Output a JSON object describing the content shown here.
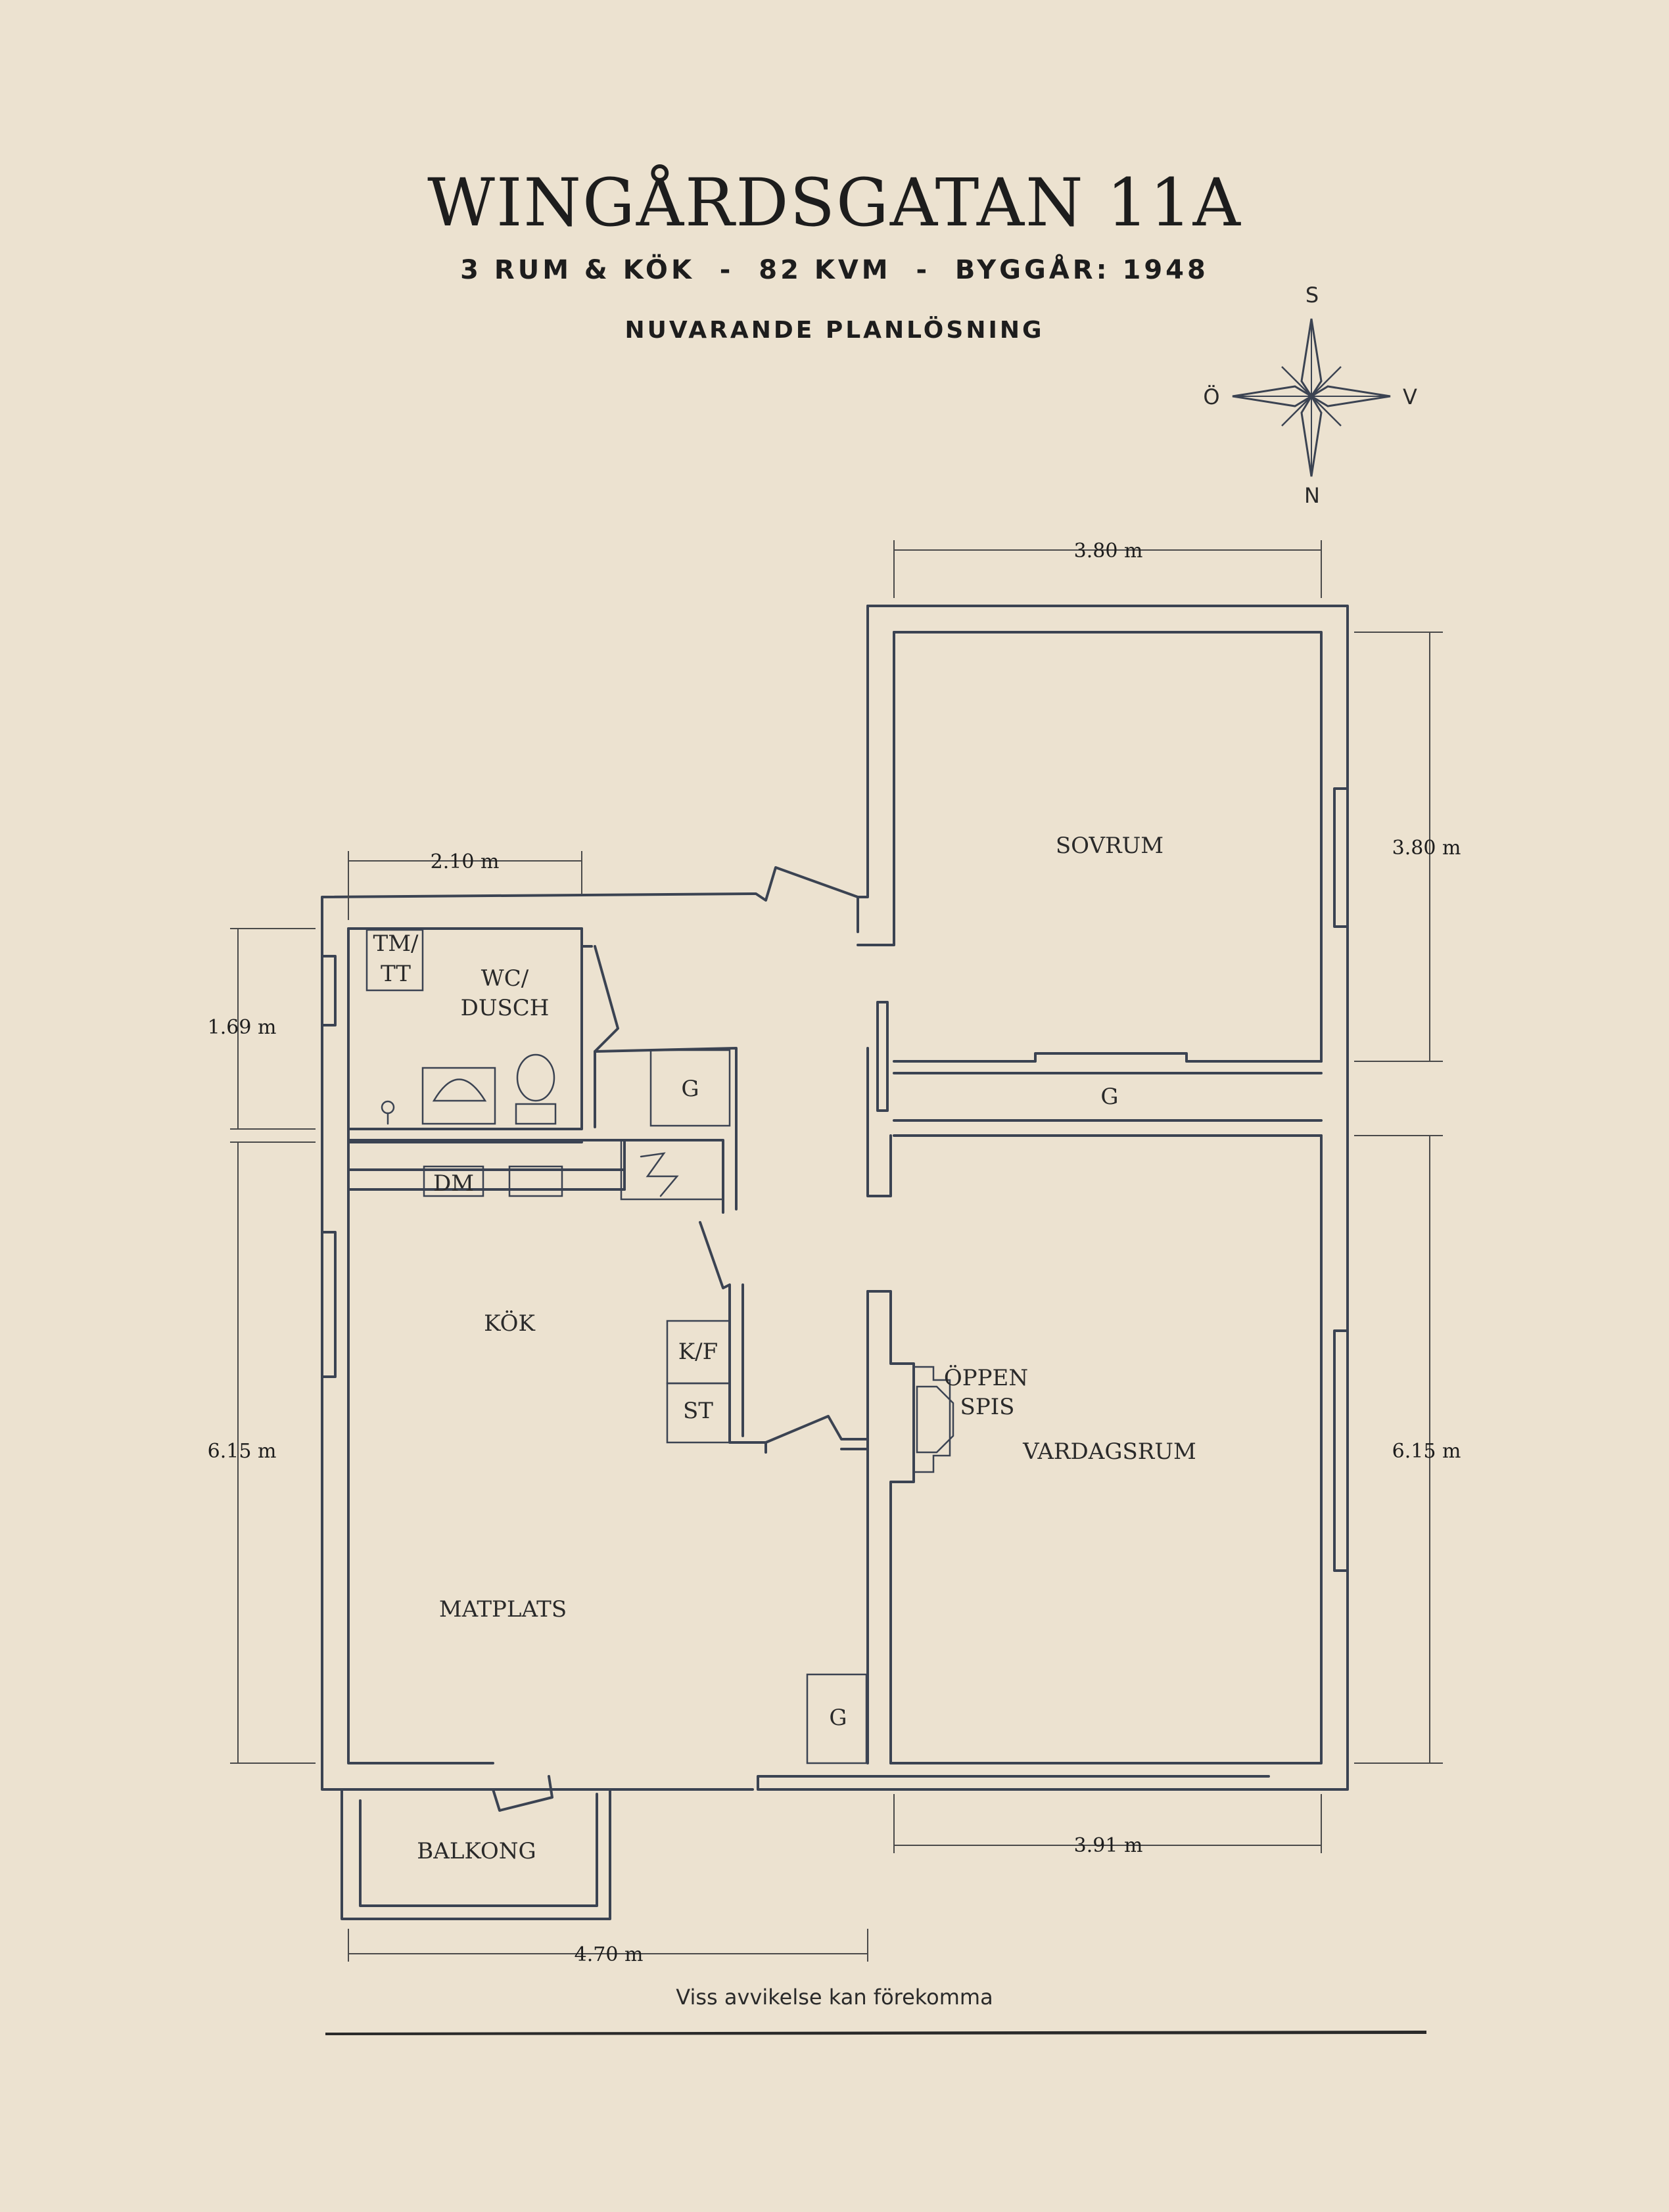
{
  "header": {
    "title": "WINGÅRDSGATAN 11A",
    "subtitle": "3 RUM & KÖK  -  82 KVM  -  BYGGÅR: 1948",
    "section": "NUVARANDE PLANLÖSNING"
  },
  "compass": {
    "north": "N",
    "south": "S",
    "east": "Ö",
    "west": "V"
  },
  "rooms": {
    "sovrum": "SOVRUM",
    "wc_line1": "WC/",
    "wc_line2": "DUSCH",
    "tmtt_line1": "TM/",
    "tmtt_line2": "TT",
    "g_hall": "G",
    "g_closet": "G",
    "g_dining": "G",
    "dm": "DM",
    "kok": "KÖK",
    "kf": "K/F",
    "st": "ST",
    "fireplace_line1": "ÖPPEN",
    "fireplace_line2": "SPIS",
    "vardagsrum": "VARDAGSRUM",
    "matplats": "MATPLATS",
    "balkong": "BALKONG"
  },
  "dimensions": {
    "sovrum_width": "3.80 m",
    "sovrum_depth": "3.80 m",
    "wc_width": "2.10 m",
    "wc_depth": "1.69 m",
    "kitchen_depth": "6.15 m",
    "living_depth": "6.15 m",
    "living_width": "3.91 m",
    "kitchen_width": "4.70 m"
  },
  "footer": {
    "disclaimer": "Viss avvikelse kan förekomma"
  }
}
